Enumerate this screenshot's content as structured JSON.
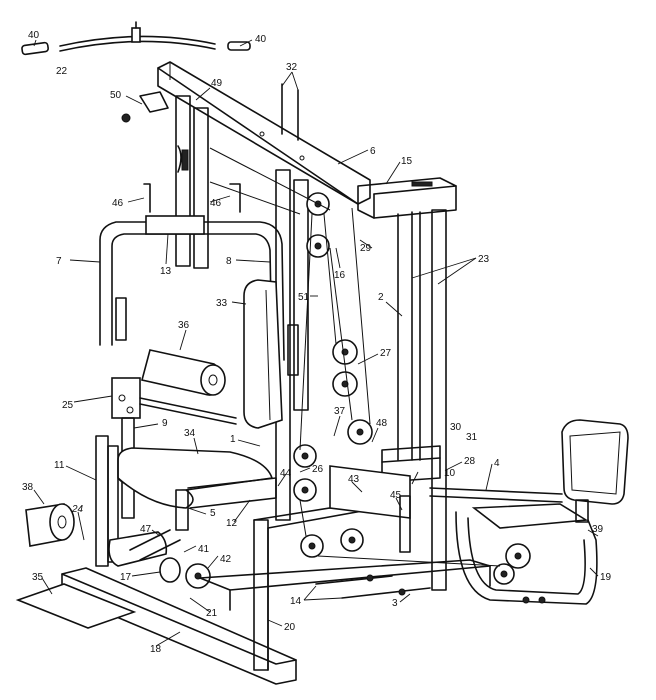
{
  "diagram": {
    "description_free": true,
    "callouts": [
      {
        "id": "c40a",
        "text": "40"
      },
      {
        "id": "c40b",
        "text": "40"
      },
      {
        "id": "c22",
        "text": "22"
      },
      {
        "id": "c32",
        "text": "32"
      },
      {
        "id": "c50",
        "text": "50"
      },
      {
        "id": "c49",
        "text": "49"
      },
      {
        "id": "c6",
        "text": "6"
      },
      {
        "id": "c15",
        "text": "15"
      },
      {
        "id": "c46a",
        "text": "46"
      },
      {
        "id": "c46b",
        "text": "46"
      },
      {
        "id": "c29",
        "text": "29"
      },
      {
        "id": "c7",
        "text": "7"
      },
      {
        "id": "c13",
        "text": "13"
      },
      {
        "id": "c8",
        "text": "8"
      },
      {
        "id": "c16",
        "text": "16"
      },
      {
        "id": "c23",
        "text": "23"
      },
      {
        "id": "c51",
        "text": "51"
      },
      {
        "id": "c2",
        "text": "2"
      },
      {
        "id": "c33",
        "text": "33"
      },
      {
        "id": "c36",
        "text": "36"
      },
      {
        "id": "c27",
        "text": "27"
      },
      {
        "id": "c25",
        "text": "25"
      },
      {
        "id": "c9",
        "text": "9"
      },
      {
        "id": "c37",
        "text": "37"
      },
      {
        "id": "c48",
        "text": "48"
      },
      {
        "id": "c30",
        "text": "30"
      },
      {
        "id": "c31",
        "text": "31"
      },
      {
        "id": "c34",
        "text": "34"
      },
      {
        "id": "c1",
        "text": "1"
      },
      {
        "id": "c26",
        "text": "26"
      },
      {
        "id": "c28",
        "text": "28"
      },
      {
        "id": "c4",
        "text": "4"
      },
      {
        "id": "c11",
        "text": "11"
      },
      {
        "id": "c44",
        "text": "44"
      },
      {
        "id": "c10",
        "text": "10"
      },
      {
        "id": "c43",
        "text": "43"
      },
      {
        "id": "c45",
        "text": "45"
      },
      {
        "id": "c38",
        "text": "38"
      },
      {
        "id": "c24",
        "text": "24"
      },
      {
        "id": "c5",
        "text": "5"
      },
      {
        "id": "c12",
        "text": "12"
      },
      {
        "id": "c47",
        "text": "47"
      },
      {
        "id": "c39",
        "text": "39"
      },
      {
        "id": "c41",
        "text": "41"
      },
      {
        "id": "c42",
        "text": "42"
      },
      {
        "id": "c17",
        "text": "17"
      },
      {
        "id": "c19",
        "text": "19"
      },
      {
        "id": "c35",
        "text": "35"
      },
      {
        "id": "c14",
        "text": "14"
      },
      {
        "id": "c3",
        "text": "3"
      },
      {
        "id": "c21",
        "text": "21"
      },
      {
        "id": "c20",
        "text": "20"
      },
      {
        "id": "c18",
        "text": "18"
      }
    ]
  }
}
